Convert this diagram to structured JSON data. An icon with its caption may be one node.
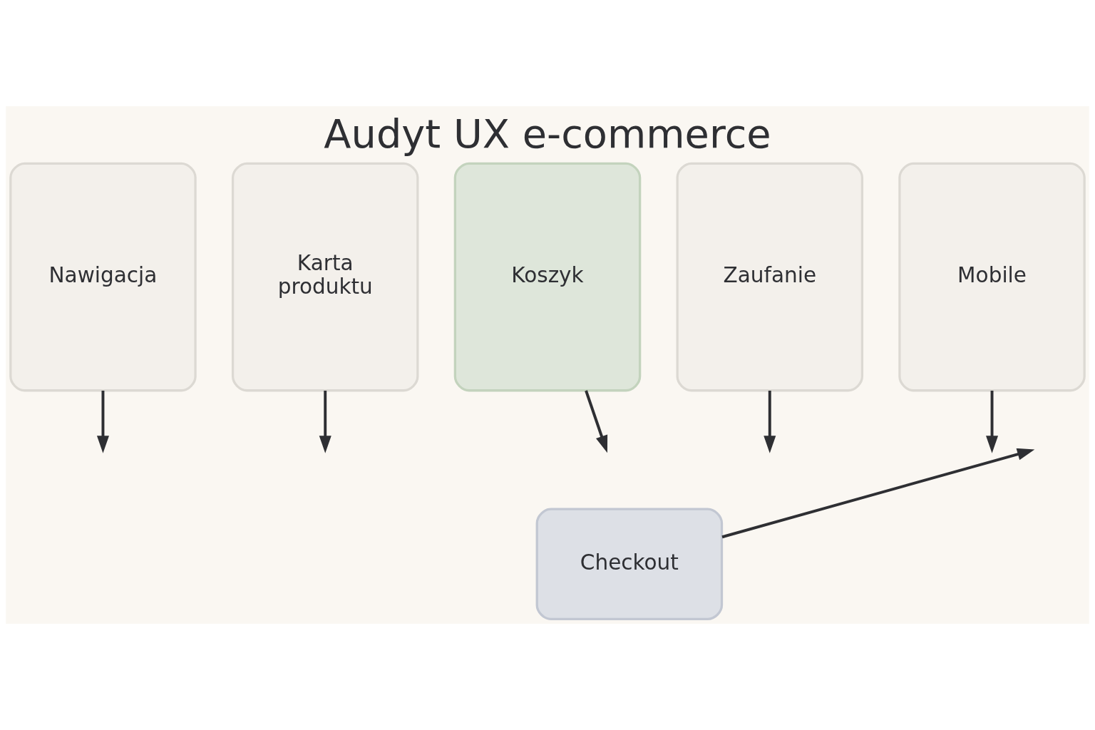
{
  "diagram": {
    "title": "Audyt UX e-commerce",
    "nodes": [
      {
        "text": [
          "Nawigacja"
        ]
      },
      {
        "text": [
          "Karta produktu"
        ]
      },
      {
        "text": [
          "Koszyk"
        ]
      },
      {
        "text": [
          "Zaufanie"
        ]
      },
      {
        "text": [
          "Mobile"
        ]
      },
      {
        "text": [
          "Checkout"
        ]
      }
    ],
    "edges": [
      {
        "from": 0,
        "to": null,
        "arrow": "to"
      },
      {
        "from": 1,
        "to": null,
        "arrow": "to"
      },
      {
        "from": 2,
        "to": null,
        "arrow": "to"
      },
      {
        "from": 3,
        "to": null,
        "arrow": "to"
      },
      {
        "from": 4,
        "to": null,
        "arrow": "to"
      },
      {
        "from": 5,
        "to": null,
        "arrow": "to"
      }
    ]
  }
}
